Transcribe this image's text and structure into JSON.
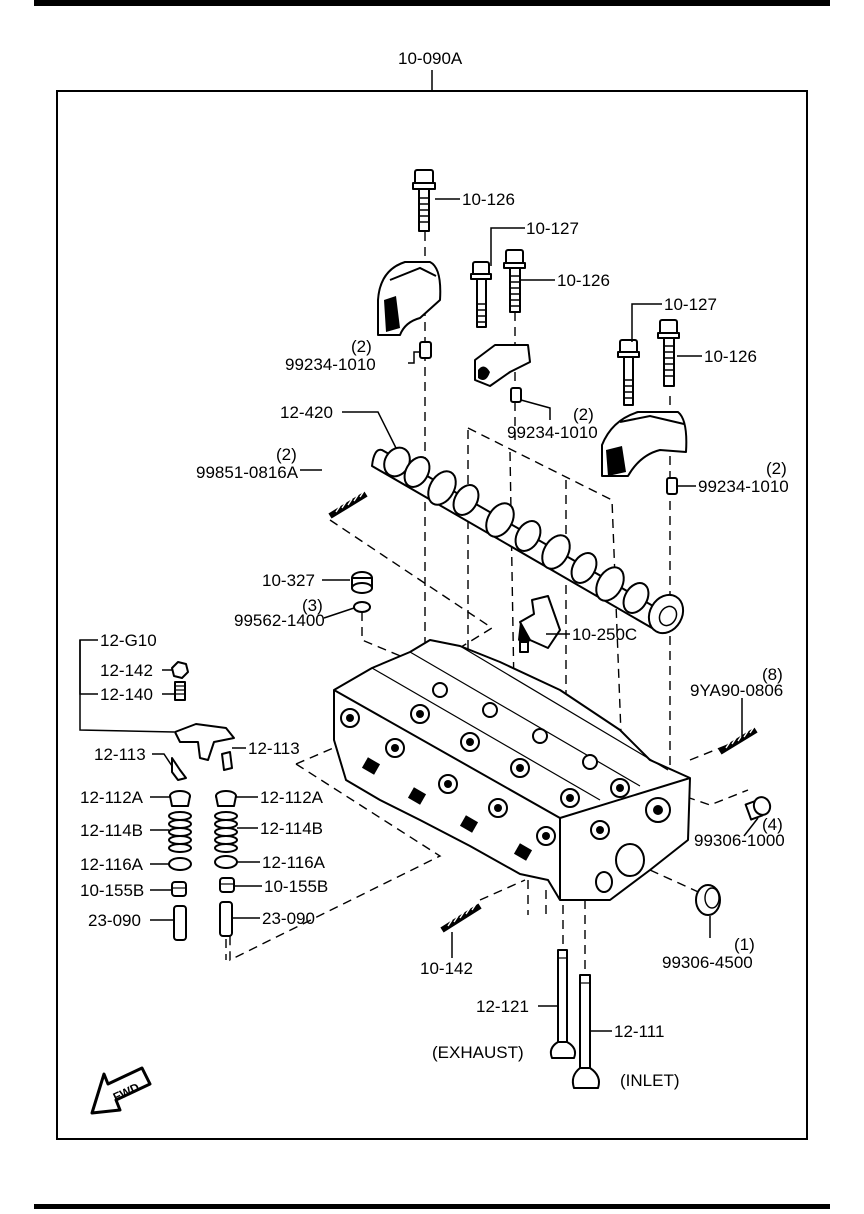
{
  "assembly_label": "10-090A",
  "labels": {
    "bolt_10_126_a": "10-126",
    "bolt_10_127_a": "10-127",
    "bolt_10_126_b": "10-126",
    "pin_99234_a_qty": "(2)",
    "pin_99234_a": "99234-1010",
    "bolt_10_127_b": "10-127",
    "bolt_10_126_c": "10-126",
    "pin_99234_b_qty": "(2)",
    "pin_99234_b": "99234-1010",
    "camshaft": "12-420",
    "stud_99851_qty": "(2)",
    "stud_99851": "99851-0816A",
    "pin_99234_c_qty": "(2)",
    "pin_99234_c": "99234-1010",
    "plug_10_327": "10-327",
    "washer_99562_qty": "(3)",
    "washer_99562": "99562-1400",
    "bracket_10_250c": "10-250C",
    "rocker_assy": "12-G10",
    "nut_12_142": "12-142",
    "adjuster_12_140": "12-140",
    "stud_9ya90_qty": "(8)",
    "stud_9ya90": "9YA90-0806",
    "cotter_12_113_left": "12-113",
    "cotter_12_113_right": "12-113",
    "retainer_12_112a_left": "12-112A",
    "retainer_12_112a_right": "12-112A",
    "plug_99306_1000_qty": "(4)",
    "plug_99306_1000": "99306-1000",
    "spring_12_114b_left": "12-114B",
    "spring_12_114b_right": "12-114B",
    "seat_12_116a_left": "12-116A",
    "seat_12_116a_right": "12-116A",
    "seal_10_155b_left": "10-155B",
    "seal_10_155b_right": "10-155B",
    "guide_23_090_left": "23-090",
    "guide_23_090_right": "23-090",
    "plug_99306_4500_qty": "(1)",
    "plug_99306_4500": "99306-4500",
    "stud_10_142": "10-142",
    "valve_12_121": "12-121",
    "valve_12_111": "12-111",
    "exhaust_label": "(EXHAUST)",
    "inlet_label": "(INLET)",
    "fwd_label": "FWD"
  }
}
